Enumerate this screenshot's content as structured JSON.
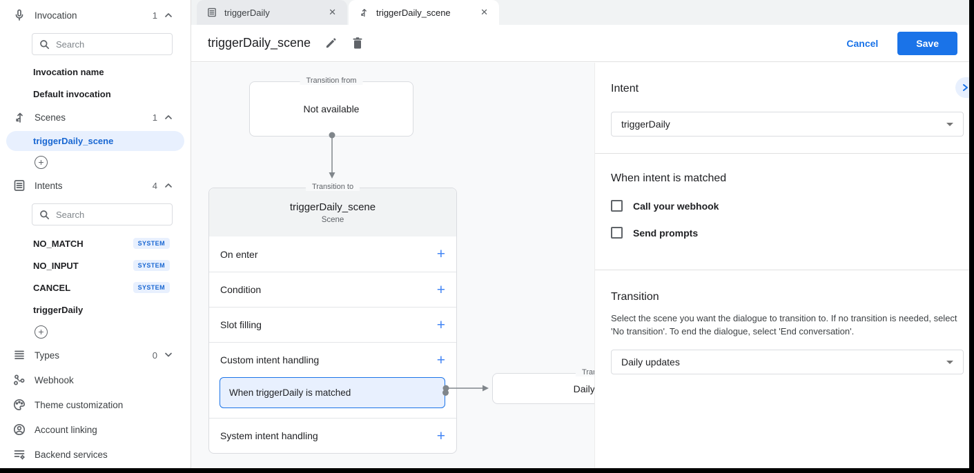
{
  "sidebar": {
    "invocation": {
      "label": "Invocation",
      "count": "1",
      "search_placeholder": "Search",
      "items": [
        "Invocation name",
        "Default invocation"
      ]
    },
    "scenes": {
      "label": "Scenes",
      "count": "1",
      "selected_item": "triggerDaily_scene"
    },
    "intents": {
      "label": "Intents",
      "count": "4",
      "search_placeholder": "Search",
      "items": [
        {
          "name": "NO_MATCH",
          "badge": "SYSTEM"
        },
        {
          "name": "NO_INPUT",
          "badge": "SYSTEM"
        },
        {
          "name": "CANCEL",
          "badge": "SYSTEM"
        },
        {
          "name": "triggerDaily"
        }
      ]
    },
    "types": {
      "label": "Types",
      "count": "0"
    },
    "links": [
      "Webhook",
      "Theme customization",
      "Account linking",
      "Backend services"
    ]
  },
  "tabs": [
    {
      "label": "triggerDaily"
    },
    {
      "label": "triggerDaily_scene"
    }
  ],
  "header": {
    "title": "triggerDaily_scene",
    "cancel_label": "Cancel",
    "save_label": "Save"
  },
  "canvas": {
    "from_box": {
      "legend": "Transition from",
      "text": "Not available"
    },
    "scene_card": {
      "legend": "Transition to",
      "title": "triggerDaily_scene",
      "subtitle": "Scene",
      "rows": [
        "On enter",
        "Condition",
        "Slot filling",
        "Custom intent handling"
      ],
      "handler": "When triggerDaily is matched",
      "last_row": "System intent handling"
    },
    "target_box": {
      "legend": "Transition to",
      "text": "Daily updates"
    }
  },
  "panel": {
    "intent": {
      "heading": "Intent",
      "value": "triggerDaily"
    },
    "matched": {
      "heading": "When intent is matched",
      "checkboxes": [
        "Call your webhook",
        "Send prompts"
      ]
    },
    "transition": {
      "heading": "Transition",
      "description": "Select the scene you want the dialogue to transition to. If no transition is needed, select 'No transition'. To end the dialogue, select 'End conversation'.",
      "value": "Daily updates"
    }
  },
  "colors": {
    "accent": "#1a73e8",
    "selected_bg": "#e8f0fe",
    "badge_text": "#1967d2",
    "canvas_bg": "#f8f9fa"
  }
}
